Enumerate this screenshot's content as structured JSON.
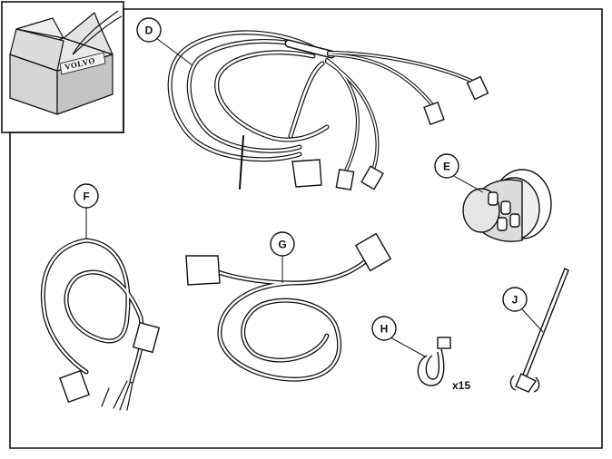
{
  "brand": "VOLVO",
  "callouts": {
    "d": "D",
    "e": "E",
    "f": "F",
    "g": "G",
    "h": "H",
    "j": "J"
  },
  "quantity_h": "x15",
  "colors": {
    "line": "#111111",
    "box_face": "#d7d7d7",
    "box_side": "#c3c3c3",
    "box_top": "#e6e6e6",
    "background": "#ffffff"
  },
  "icons": [
    "package-box-icon",
    "wiring-harness-icon",
    "socket-icon",
    "cable-icon",
    "clip-icon",
    "cable-tie-icon"
  ]
}
